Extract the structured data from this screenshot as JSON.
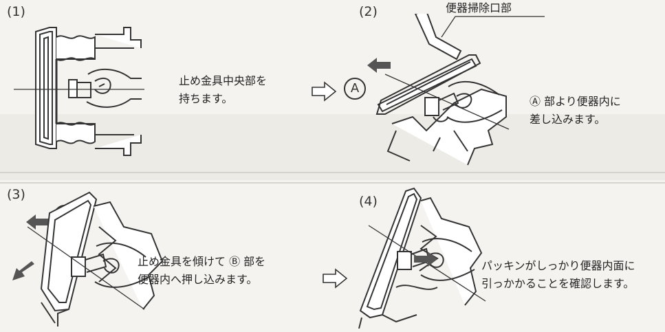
{
  "steps": [
    {
      "number": "(1)",
      "caption_lines": [
        "止め金具中央部を",
        "持ちます。"
      ]
    },
    {
      "number": "(2)",
      "callout": "便器掃除口部",
      "marker": "A",
      "caption_lines": [
        "Ⓐ 部より便器内に",
        "差し込みます。"
      ]
    },
    {
      "number": "(3)",
      "marker": "B",
      "caption_lines": [
        "止め金具を傾けて Ⓑ 部を",
        "便器内へ押し込みます。"
      ]
    },
    {
      "number": "(4)",
      "caption_lines": [
        "パッキンがしっかり便器内面に",
        "引っかかることを確認します。"
      ]
    }
  ],
  "colors": {
    "line": "#333333",
    "fill": "#ffffff",
    "arrow": "#555555",
    "paper": "#f4f3ef"
  }
}
